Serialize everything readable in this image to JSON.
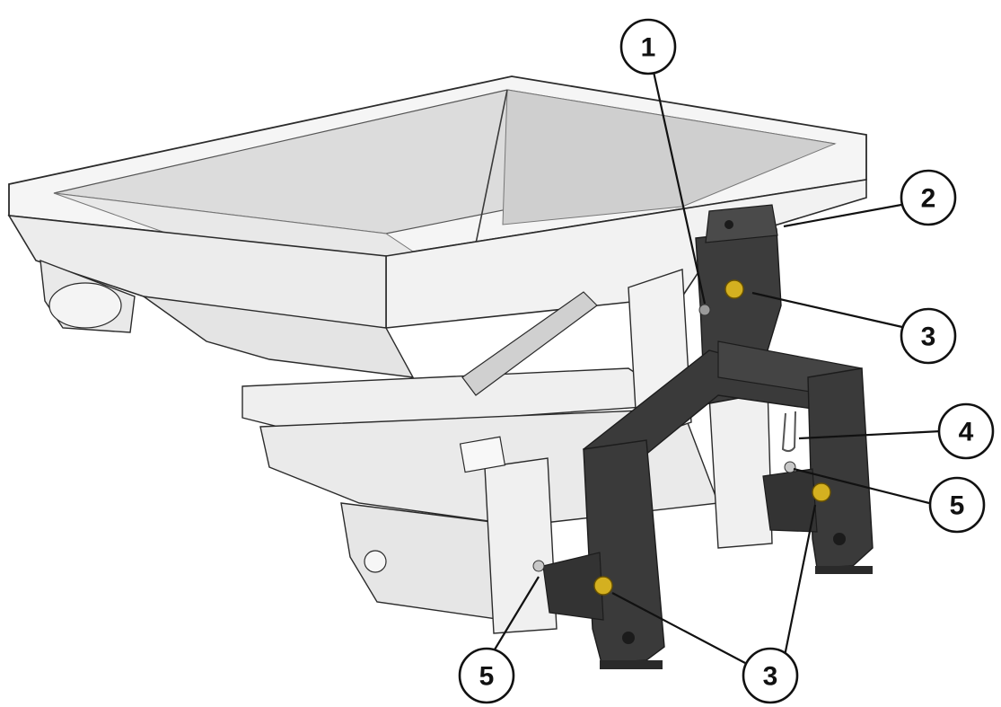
{
  "figure": {
    "subject": "fertilizer-spreader-with-three-point-hitch-frame",
    "callouts": [
      {
        "id": "c1",
        "label": "1"
      },
      {
        "id": "c2",
        "label": "2"
      },
      {
        "id": "c3a",
        "label": "3"
      },
      {
        "id": "c4",
        "label": "4"
      },
      {
        "id": "c5a",
        "label": "5"
      },
      {
        "id": "c3b",
        "label": "3"
      },
      {
        "id": "c5b",
        "label": "5"
      },
      {
        "id": "c3c",
        "label": "3"
      }
    ],
    "colors": {
      "hopper_fill": "#efefef",
      "hopper_inner": "#d9d9d9",
      "frame_dark": "#3c3c3c",
      "bolt_yellow": "#d4b020",
      "outline": "#2b2b2b"
    }
  }
}
